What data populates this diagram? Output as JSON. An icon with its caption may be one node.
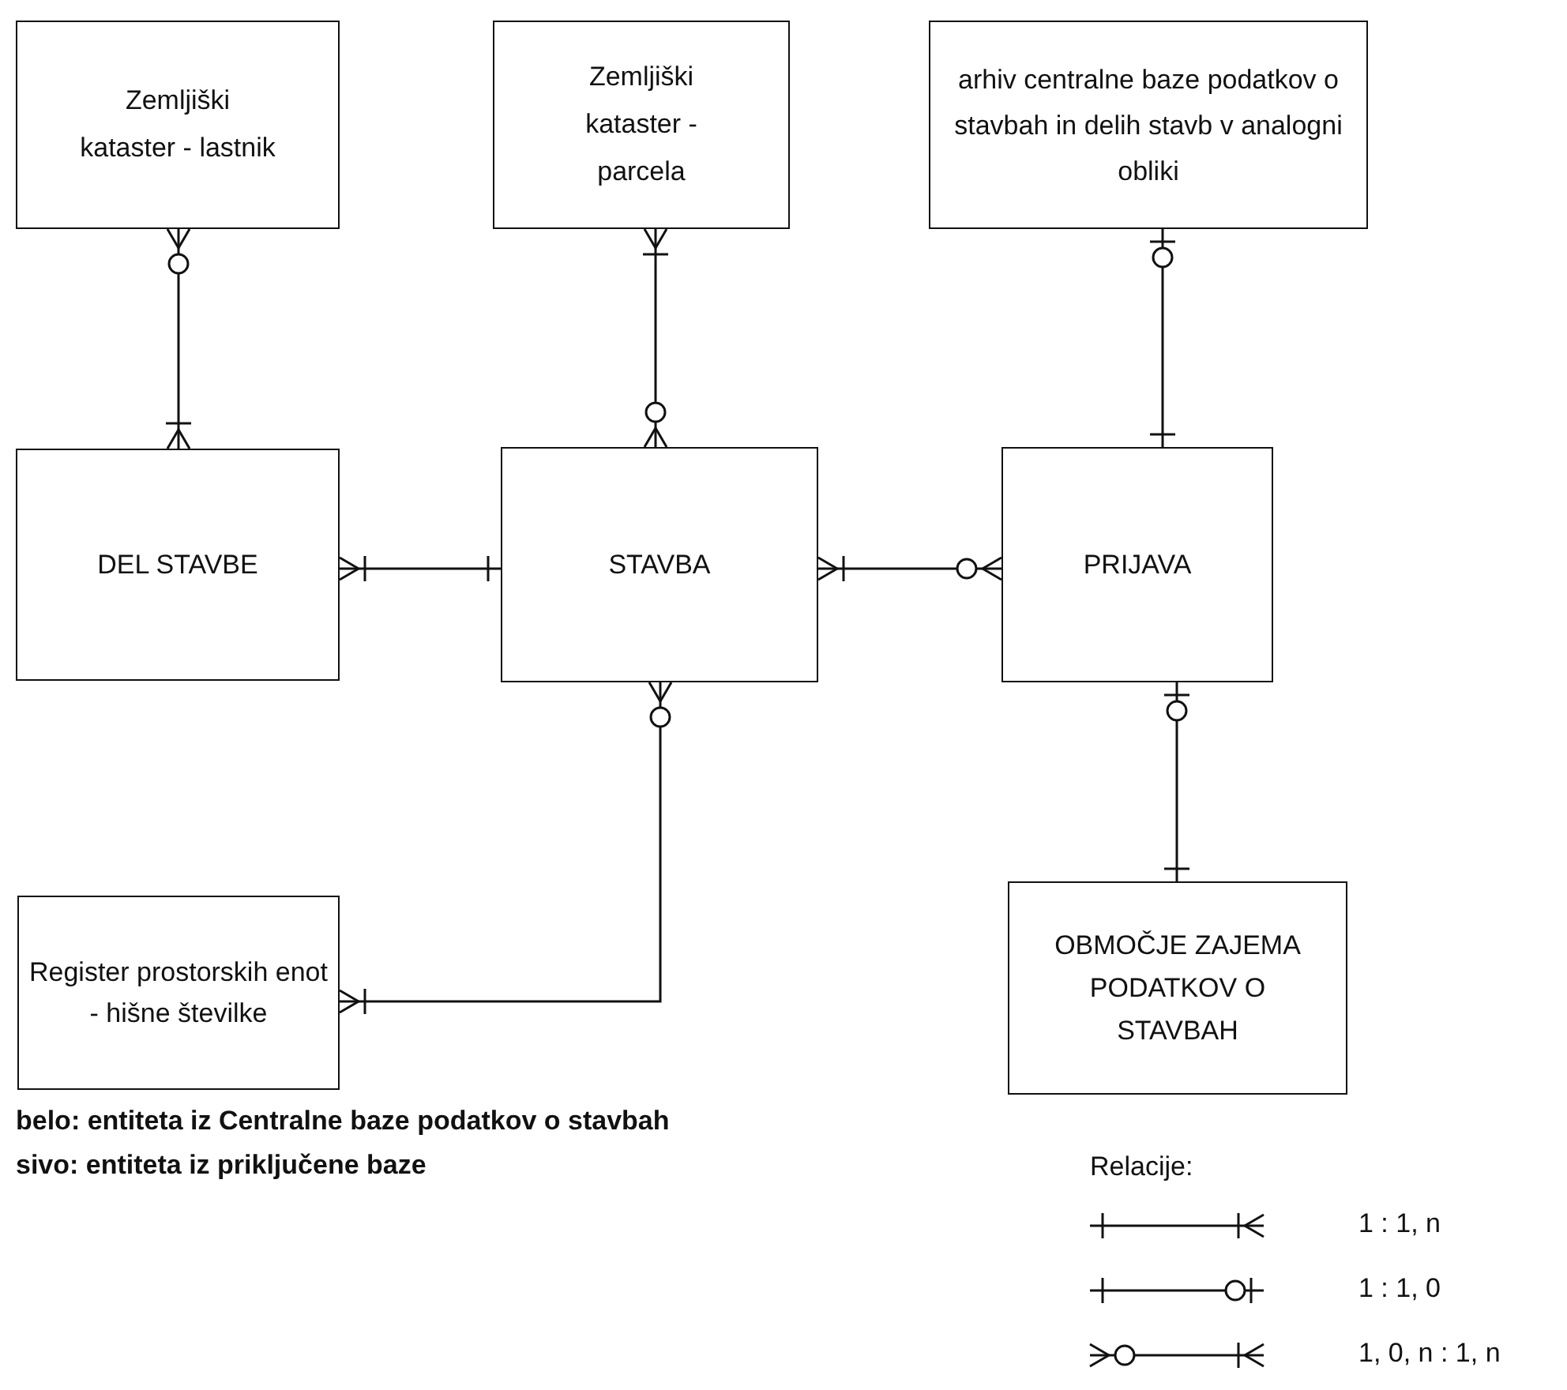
{
  "diagram": {
    "nodes": [
      {
        "text": [
          "Zemljiški kataster - lastnik"
        ]
      },
      {
        "text": [
          "Zemljiški kataster - parcela"
        ]
      },
      {
        "text": [
          "arhiv centralne baze podatkov o stavbah in delih stavb v analogni obliki"
        ]
      },
      {
        "text": [
          "DEL STAVBE"
        ]
      },
      {
        "text": [
          "STAVBA"
        ]
      },
      {
        "text": [
          "PRIJAVA"
        ]
      },
      {
        "text": [
          "Register prostorskih enot - hišne številke"
        ]
      },
      {
        "text": [
          "OBMOČJE ZAJEMA PODATKOV O STAVBAH"
        ]
      }
    ],
    "edges": [
      {
        "from": 0,
        "to": 3,
        "arrow": "other"
      },
      {
        "from": 1,
        "to": 4,
        "arrow": "other"
      },
      {
        "from": 2,
        "to": 5,
        "arrow": "other"
      },
      {
        "from": 3,
        "to": 4,
        "arrow": "other"
      },
      {
        "from": 4,
        "to": 5,
        "arrow": "other"
      },
      {
        "from": 4,
        "to": 6,
        "arrow": "other"
      },
      {
        "from": 5,
        "to": 7,
        "arrow": "other"
      }
    ],
    "labels": [
      "belo: entiteta iz Centralne baze podatkov o stavbah",
      "sivo: entiteta iz priključene baze",
      "Relacije:"
    ],
    "legend": [
      {
        "text": "1 : 1, n"
      },
      {
        "text": "1 : 1, 0"
      },
      {
        "text": "1, 0, n : 1, n"
      }
    ]
  }
}
